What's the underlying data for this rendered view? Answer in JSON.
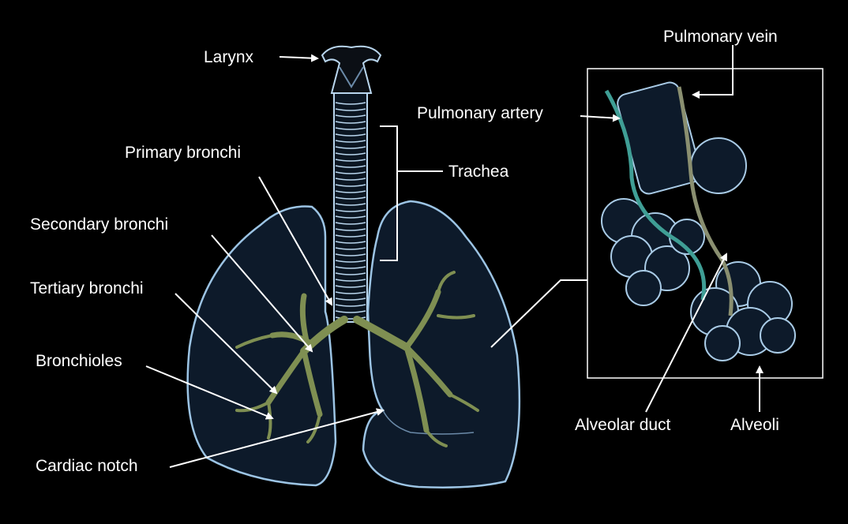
{
  "labels": {
    "larynx": "Larynx",
    "primary_bronchi": "Primary bronchi",
    "trachea": "Trachea",
    "secondary_bronchi": "Secondary bronchi",
    "tertiary_bronchi": "Tertiary bronchi",
    "bronchioles": "Bronchioles",
    "cardiac_notch": "Cardiac notch",
    "pulmonary_vein": "Pulmonary vein",
    "pulmonary_artery": "Pulmonary artery",
    "alveolar_duct": "Alveolar duct",
    "alveoli": "Alveoli"
  },
  "colors": {
    "background": "#000000",
    "lung_outline": "#9cc4e4",
    "lung_fill": "#0d1a2a",
    "bronchi": "#7f8f52",
    "trachea": "#b9d6ee",
    "pointer": "#ffffff",
    "artery": "#3f9e95",
    "vein": "#8a8f70",
    "alveoli": "#a9cbe6"
  }
}
